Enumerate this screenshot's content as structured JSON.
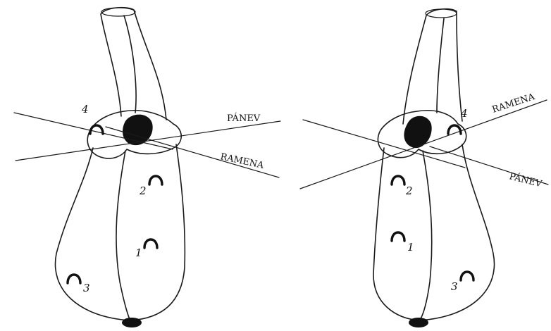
{
  "left_figure": {
    "labels": {
      "pelvis": "PÁNEV",
      "shoulders": "RAMENA"
    },
    "hooves": [
      {
        "number": "4"
      },
      {
        "number": "2"
      },
      {
        "number": "1"
      },
      {
        "number": "3"
      }
    ]
  },
  "right_figure": {
    "labels": {
      "shoulders": "RAMENA",
      "pelvis": "PÁNEV"
    },
    "hooves": [
      {
        "number": "4"
      },
      {
        "number": "2"
      },
      {
        "number": "1"
      },
      {
        "number": "3"
      }
    ]
  }
}
